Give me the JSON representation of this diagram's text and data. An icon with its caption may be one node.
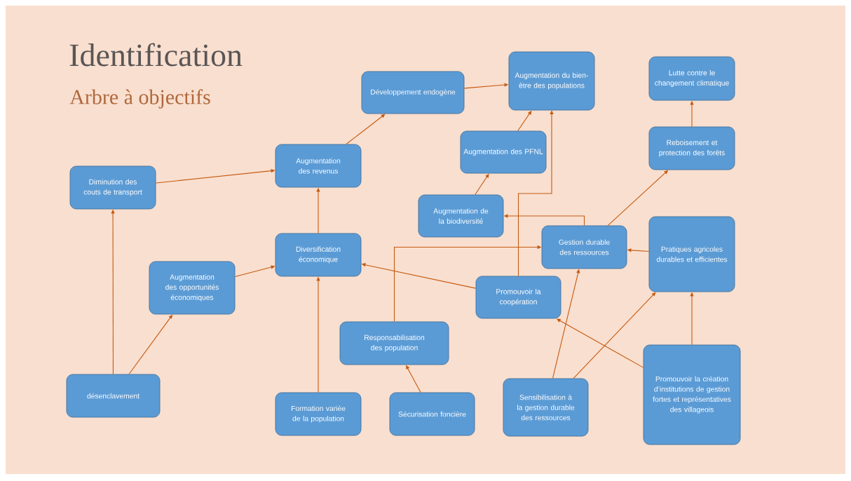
{
  "diagram": {
    "title": "Identification",
    "nodes": [
      {
        "text": [
          "Développement endogène"
        ]
      },
      {
        "text": [
          "Augmentation du bien-être des populations"
        ]
      },
      {
        "text": [
          "Lutte contre le changement climatique"
        ]
      },
      {
        "text": [
          "Augmentation des revenus"
        ]
      },
      {
        "text": [
          "Diminution des couts de transport"
        ]
      },
      {
        "text": [
          "Augmentation des PFNL"
        ]
      },
      {
        "text": [
          "Reboisement et protection des forêts"
        ]
      },
      {
        "text": [
          "Augmentation de la biodiversité"
        ]
      },
      {
        "text": [
          "Gestion durable des ressources"
        ]
      },
      {
        "text": [
          "Diversification économique"
        ]
      },
      {
        "text": [
          "Pratiques agricoles durables et efficientes"
        ]
      },
      {
        "text": [
          "Augmentation des opportunités économiques"
        ]
      },
      {
        "text": [
          "Promouvoir la coopération"
        ]
      },
      {
        "text": [
          "Responsabilisation des population"
        ]
      },
      {
        "text": [
          "désenclavement"
        ]
      },
      {
        "text": [
          "Formation variée de la population"
        ]
      },
      {
        "text": [
          "Sécurisation foncière"
        ]
      },
      {
        "text": [
          "Sensibilisation à la gestion durable des ressources"
        ]
      },
      {
        "text": [
          "Promouvoir la création d’institutions de gestion fortes et représentatives des villageois"
        ]
      }
    ],
    "edges": [
      {
        "from": 3,
        "to": 0,
        "arrow": "to"
      },
      {
        "from": 0,
        "to": 1,
        "arrow": "to"
      },
      {
        "from": 4,
        "to": 3,
        "arrow": "to"
      },
      {
        "from": 9,
        "to": 3,
        "arrow": "to"
      },
      {
        "from": 5,
        "to": 1,
        "arrow": "to"
      },
      {
        "from": 7,
        "to": 5,
        "arrow": "to"
      },
      {
        "from": 6,
        "to": 2,
        "arrow": "to"
      },
      {
        "from": 8,
        "to": 6,
        "arrow": "to"
      },
      {
        "from": 8,
        "to": 7,
        "arrow": "to"
      },
      {
        "from": 12,
        "to": 1,
        "arrow": "to"
      },
      {
        "from": 13,
        "to": 8,
        "arrow": "to"
      },
      {
        "from": 10,
        "to": 8,
        "arrow": "to"
      },
      {
        "from": 11,
        "to": 9,
        "arrow": "to"
      },
      {
        "from": 14,
        "to": 4,
        "arrow": "to"
      },
      {
        "from": 14,
        "to": 11,
        "arrow": "to"
      },
      {
        "from": 15,
        "to": 9,
        "arrow": "to"
      },
      {
        "from": 12,
        "to": 9,
        "arrow": "to"
      },
      {
        "from": 16,
        "to": 13,
        "arrow": "to"
      },
      {
        "from": 17,
        "to": 8,
        "arrow": "to"
      },
      {
        "from": 17,
        "to": 10,
        "arrow": "to"
      },
      {
        "from": 18,
        "to": 10,
        "arrow": "to"
      },
      {
        "from": 18,
        "to": 12,
        "arrow": "to"
      }
    ],
    "labels": [
      "Arbre à objectifs"
    ]
  }
}
